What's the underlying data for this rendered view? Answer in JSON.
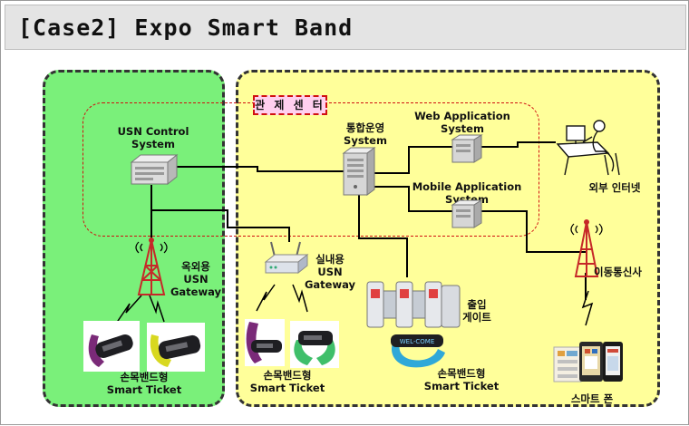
{
  "header": {
    "title": "[Case2] Expo Smart Band"
  },
  "control_center": {
    "label": "관 제 센 터"
  },
  "nodes": {
    "usn_control": "USN Control\nSystem",
    "integrated_ops": "통합운영\nSystem",
    "web_app": "Web Application\nSystem",
    "mobile_app": "Mobile Application\nSystem",
    "external_internet": "외부 인터넷",
    "outdoor_gateway": "옥외용\nUSN\nGateway",
    "indoor_gateway": "실내용\nUSN\nGateway",
    "entry_gate": "출입\n게이트",
    "mobile_carrier": "이동통신사",
    "band_ticket_1": "손목밴드형\nSmart Ticket",
    "band_ticket_2": "손목밴드형\nSmart Ticket",
    "band_ticket_3": "손목밴드형\nSmart Ticket",
    "smartphone": "스마트 폰"
  },
  "band_text": "WEL-COME",
  "colors": {
    "zone_green": "#7af07a",
    "zone_yellow": "#ffff9a",
    "control_border": "#d01010",
    "control_label_bg": "#ffd0ef",
    "band_purple": "#7a2a78",
    "band_yellow": "#d8d820",
    "band_green": "#3fbf6a",
    "band_cyan": "#2fa8d8",
    "antenna_red": "#c62828"
  }
}
